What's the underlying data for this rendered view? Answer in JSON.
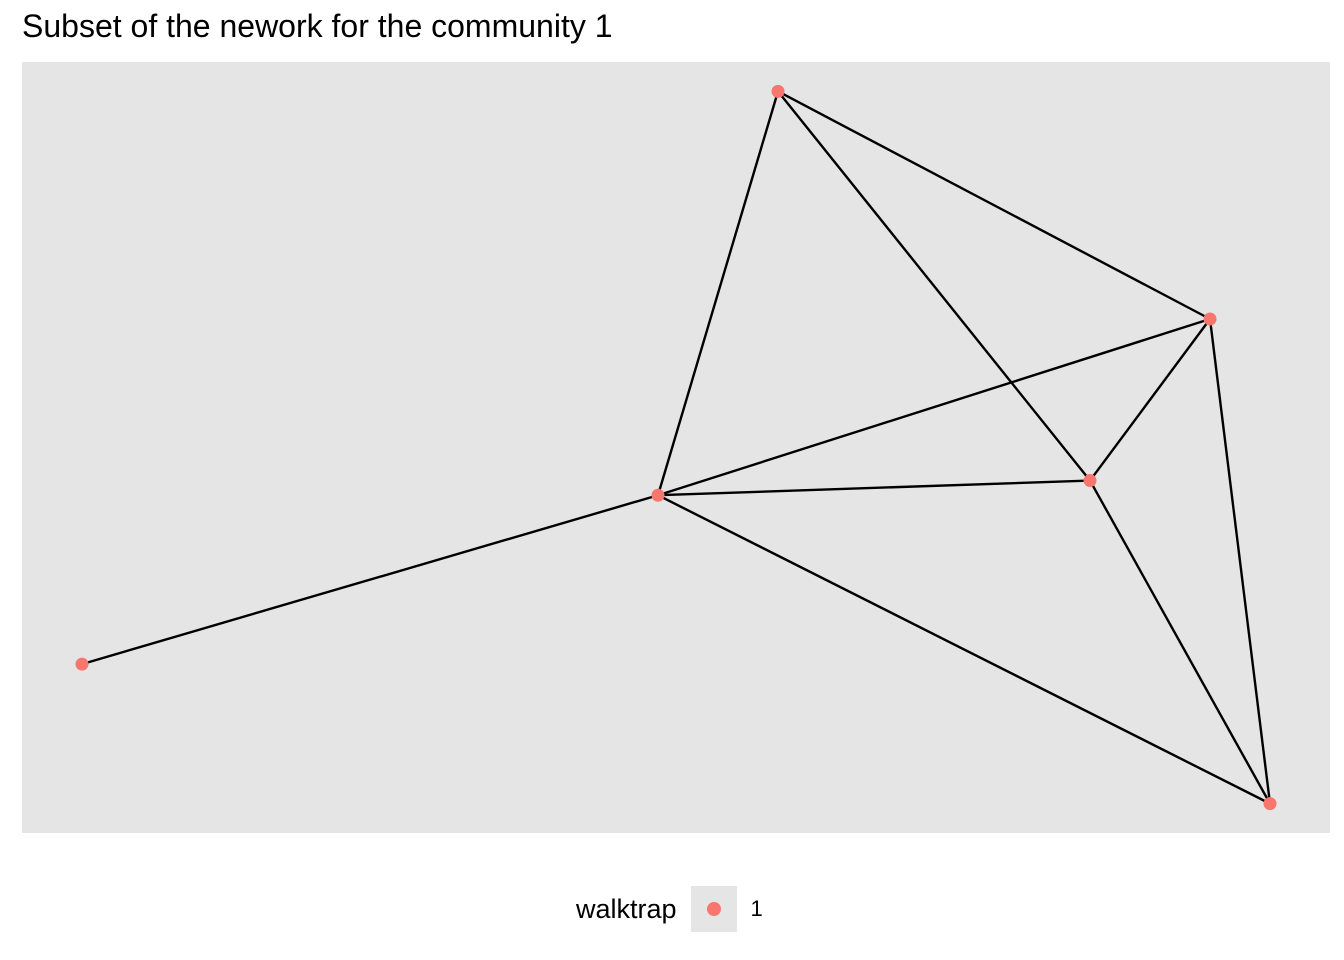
{
  "title": "Subset of the nework for the community 1",
  "colors": {
    "panel_background": "#e5e5e5",
    "node": "#f8766d",
    "edge": "#000000"
  },
  "legend": {
    "title": "walktrap",
    "items": [
      {
        "label": "1",
        "color": "#f8766d"
      }
    ]
  },
  "chart_data": {
    "type": "network",
    "title": "Subset of the nework for the community 1",
    "community_field": "walktrap",
    "nodes": [
      {
        "id": "n1",
        "community": "1",
        "x": 0.0,
        "y": 0.22
      },
      {
        "id": "n2",
        "community": "1",
        "x": 0.48,
        "y": 0.45
      },
      {
        "id": "n3",
        "community": "1",
        "x": 0.58,
        "y": 1.0
      },
      {
        "id": "n4",
        "community": "1",
        "x": 0.84,
        "y": 0.47
      },
      {
        "id": "n5",
        "community": "1",
        "x": 0.94,
        "y": 0.69
      },
      {
        "id": "n6",
        "community": "1",
        "x": 0.99,
        "y": 0.03
      }
    ],
    "edges": [
      [
        "n1",
        "n2"
      ],
      [
        "n2",
        "n3"
      ],
      [
        "n2",
        "n4"
      ],
      [
        "n2",
        "n5"
      ],
      [
        "n2",
        "n6"
      ],
      [
        "n3",
        "n4"
      ],
      [
        "n3",
        "n5"
      ],
      [
        "n4",
        "n5"
      ],
      [
        "n4",
        "n6"
      ],
      [
        "n5",
        "n6"
      ]
    ],
    "xlim": [
      -0.05,
      1.04
    ],
    "ylim": [
      -0.01,
      1.04
    ],
    "axes_visible": false,
    "grid": false,
    "legend_position": "bottom"
  }
}
